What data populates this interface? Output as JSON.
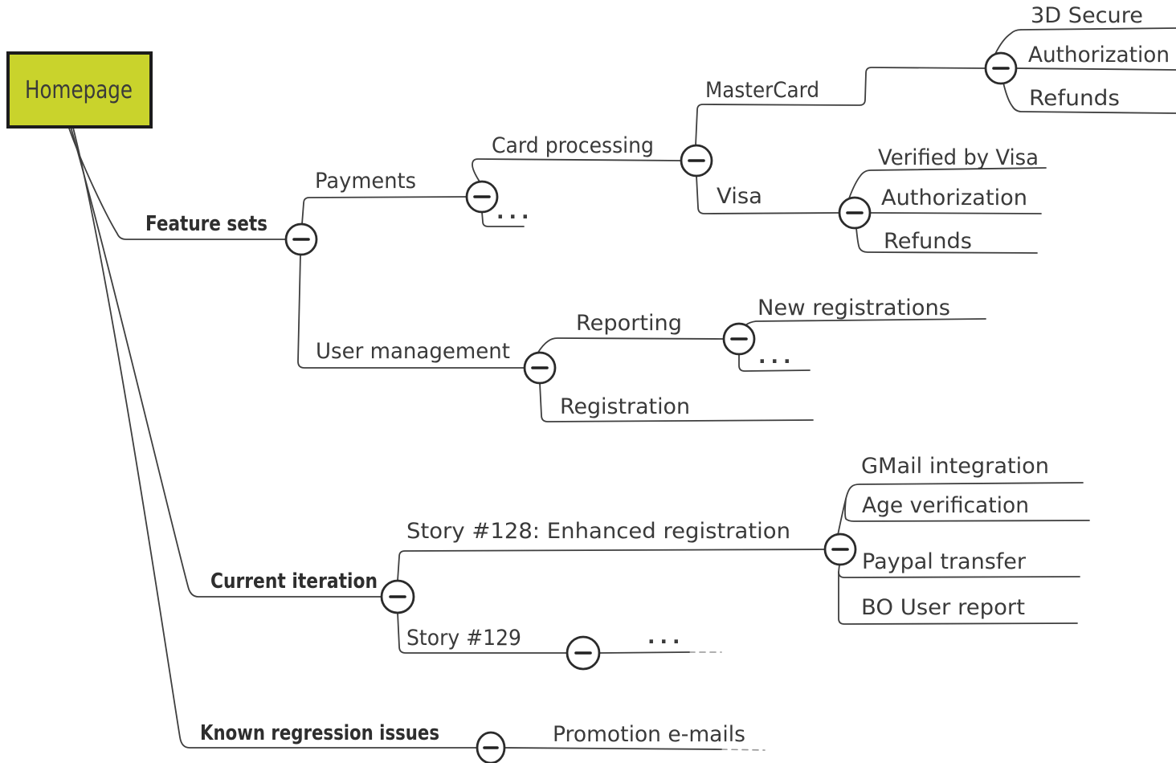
{
  "colors": {
    "root_fill": "#c9d32c",
    "root_border": "#1c1c1c",
    "line": "#3f3f3f",
    "text": "#3a3a3a"
  },
  "mindmap": {
    "root": {
      "label": "Homepage"
    },
    "branches": [
      {
        "label": "Feature sets",
        "children": [
          {
            "label": "Payments",
            "children": [
              {
                "label": "Card processing",
                "children": [
                  {
                    "label": "MasterCard",
                    "children": [
                      {
                        "label": "3D Secure"
                      },
                      {
                        "label": "Authorization"
                      },
                      {
                        "label": "Refunds"
                      }
                    ]
                  },
                  {
                    "label": "Visa",
                    "children": [
                      {
                        "label": "Verified by Visa"
                      },
                      {
                        "label": "Authorization"
                      },
                      {
                        "label": "Refunds"
                      }
                    ]
                  }
                ]
              },
              {
                "label": "...",
                "collapsed": true
              }
            ]
          },
          {
            "label": "User management",
            "children": [
              {
                "label": "Reporting",
                "children": [
                  {
                    "label": "New registrations"
                  },
                  {
                    "label": "...",
                    "collapsed": true
                  }
                ]
              },
              {
                "label": "Registration"
              }
            ]
          }
        ]
      },
      {
        "label": "Current iteration",
        "children": [
          {
            "label": "Story #128: Enhanced registration",
            "children": [
              {
                "label": "GMail integration"
              },
              {
                "label": "Age verification"
              },
              {
                "label": "Paypal transfer"
              },
              {
                "label": "BO User report"
              }
            ]
          },
          {
            "label": "Story #129",
            "children": [
              {
                "label": "...",
                "collapsed": true
              }
            ]
          }
        ]
      },
      {
        "label": "Known regression issues",
        "children": [
          {
            "label": "Promotion e-mails"
          }
        ]
      }
    ]
  }
}
